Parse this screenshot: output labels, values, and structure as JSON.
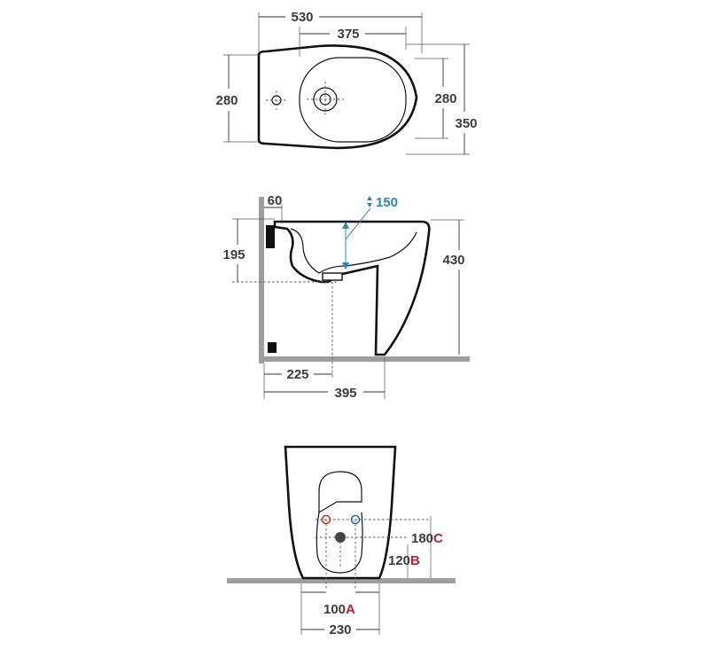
{
  "top_view": {
    "width_total": "530",
    "width_bowl": "375",
    "depth_left": "280",
    "depth_right_inner": "280",
    "depth_right_outer": "350"
  },
  "side_view": {
    "wall_gap": "60",
    "water_level": "150",
    "outlet_height": "195",
    "total_height": "430",
    "outlet_distance": "225",
    "total_depth": "395"
  },
  "rear_view": {
    "inlet_height_value": "180",
    "inlet_height_letter": "C",
    "outlet_height_value": "120",
    "outlet_height_letter": "B",
    "inlet_spacing_value": "100",
    "inlet_spacing_letter": "A",
    "base_width": "230"
  },
  "colors": {
    "dimension_text": "#3c3c3c",
    "water_level": "#2f86b5",
    "reference_letters": "#b52232",
    "hot_inlet": "#c0392b",
    "cold_inlet": "#2e6ea6",
    "floor_wall": "#9e9e9e"
  }
}
